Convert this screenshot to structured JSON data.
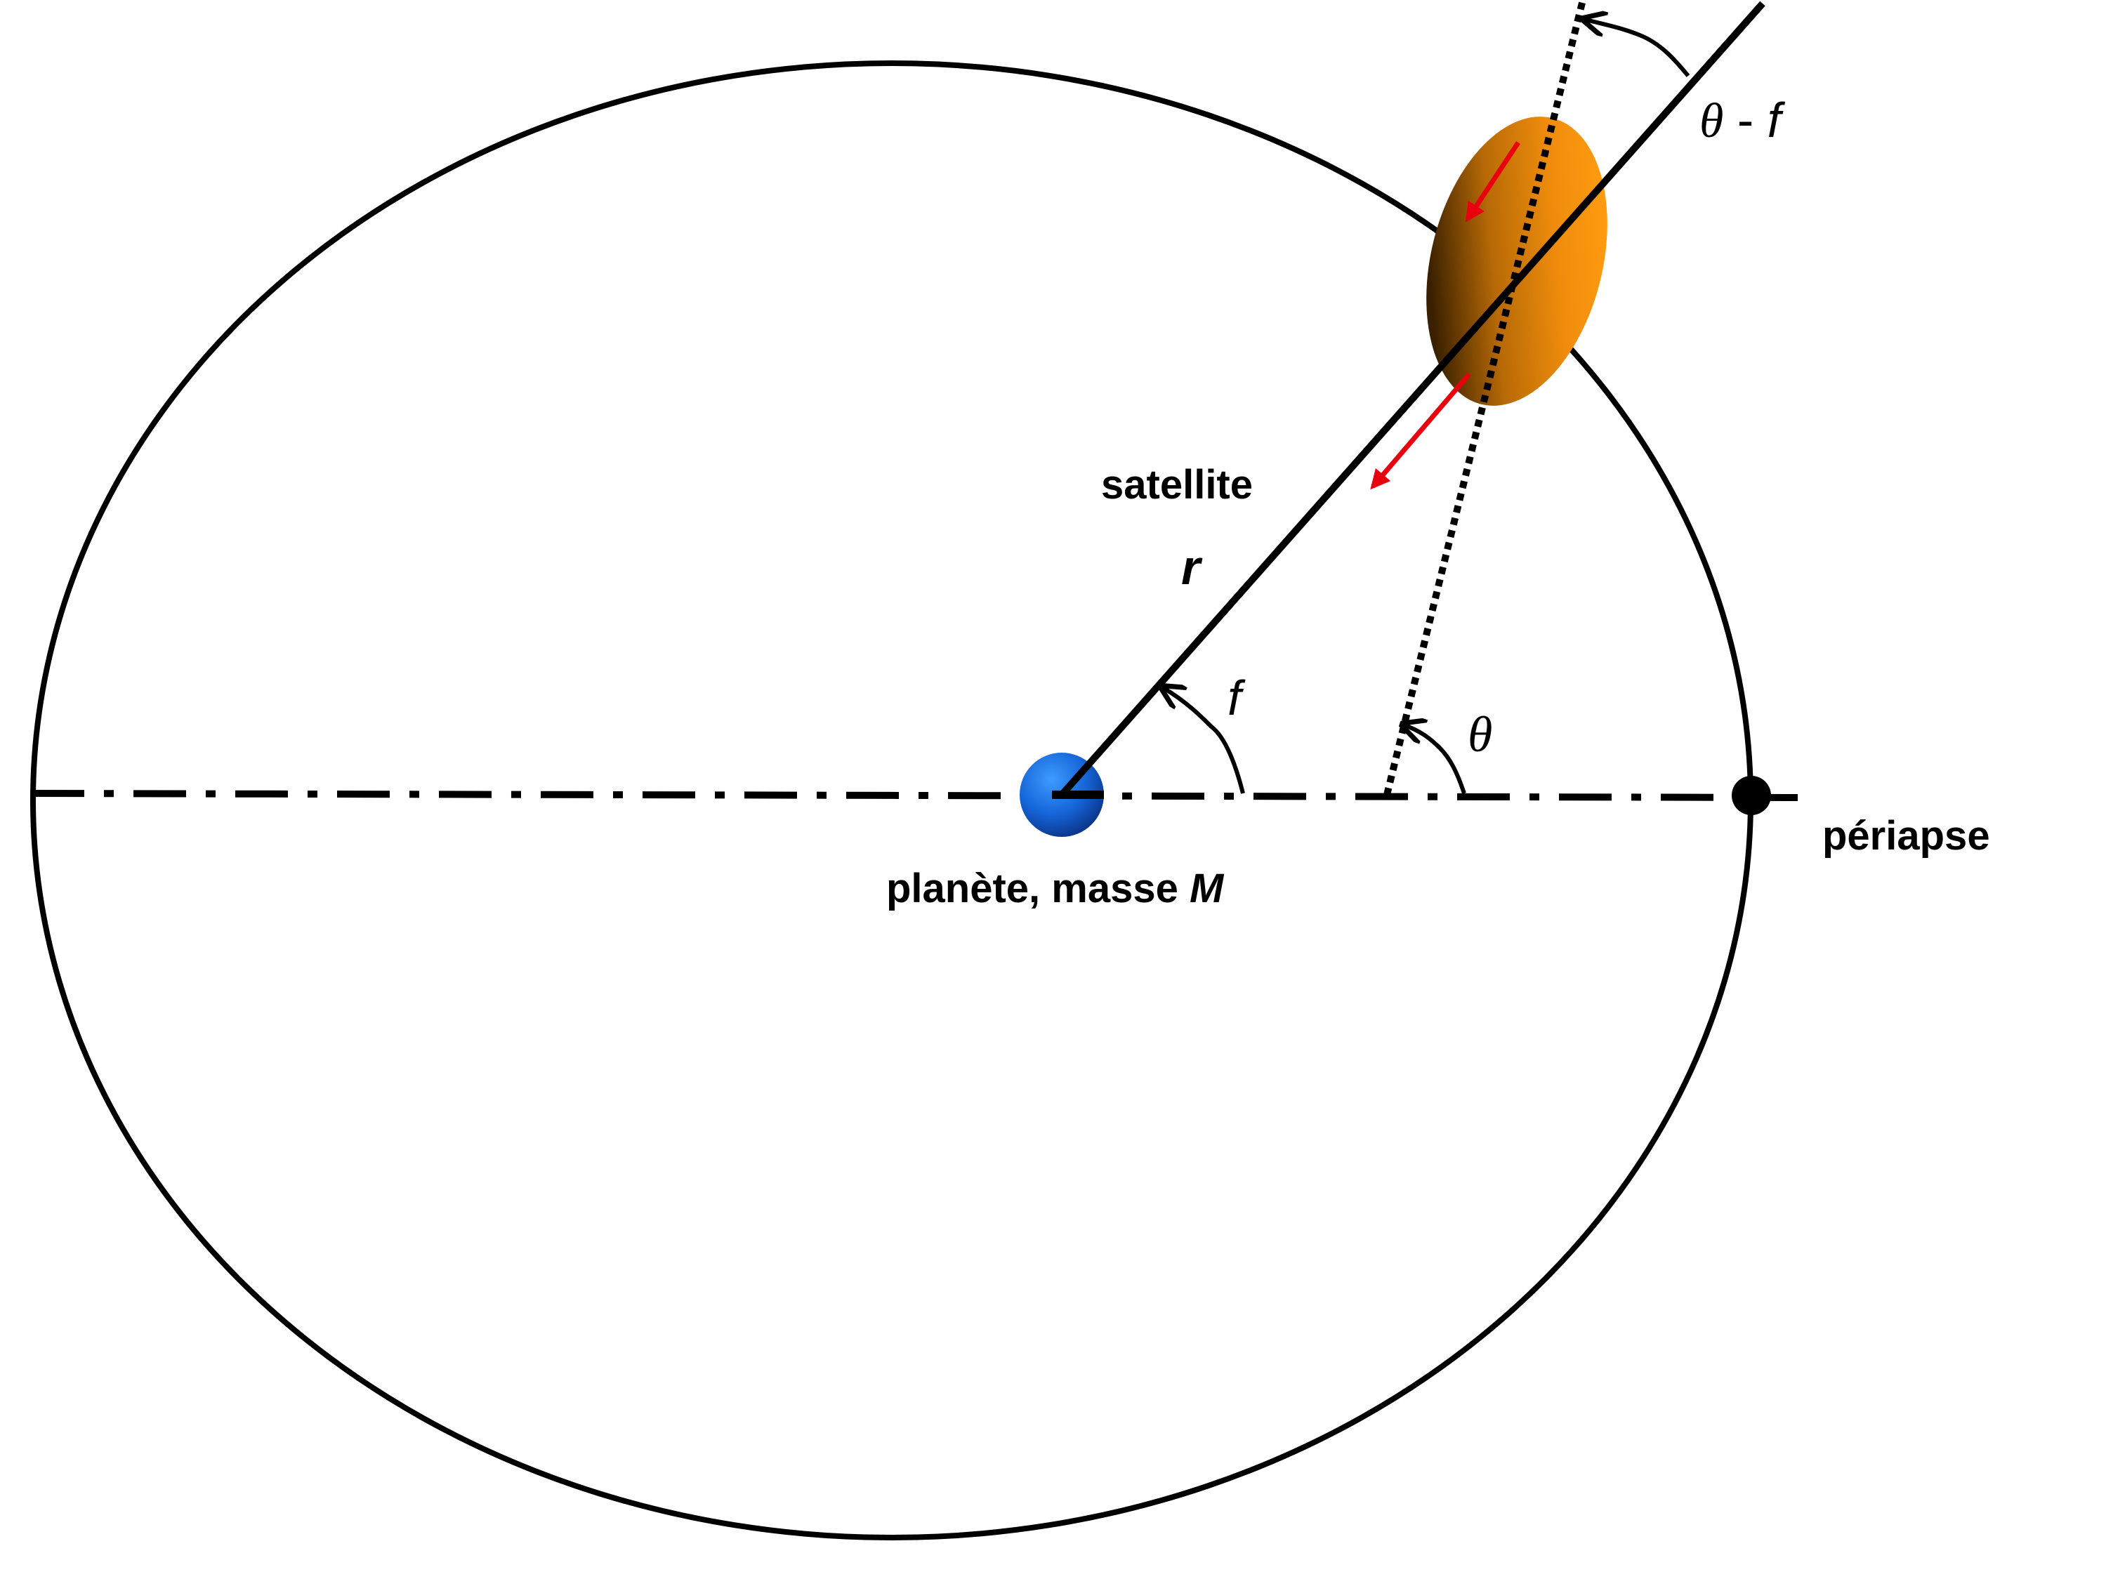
{
  "labels": {
    "satellite": "satellite",
    "r": "r",
    "f": "f",
    "theta": "θ",
    "theta_minus_f": {
      "theta": "θ",
      "minus": " - ",
      "f": "f"
    },
    "planet": {
      "prefix": "planète, masse ",
      "mass_symbol": "M"
    },
    "periapse": "périapse"
  },
  "colors": {
    "orbit": "#000000",
    "planet": "#1565d8",
    "planet_dark": "#0a2f80",
    "satellite_light": "#ff9a0e",
    "satellite_dark": "#3a2000",
    "tidal_arrows": "#e8000e",
    "periapse_marker": "#000000"
  }
}
